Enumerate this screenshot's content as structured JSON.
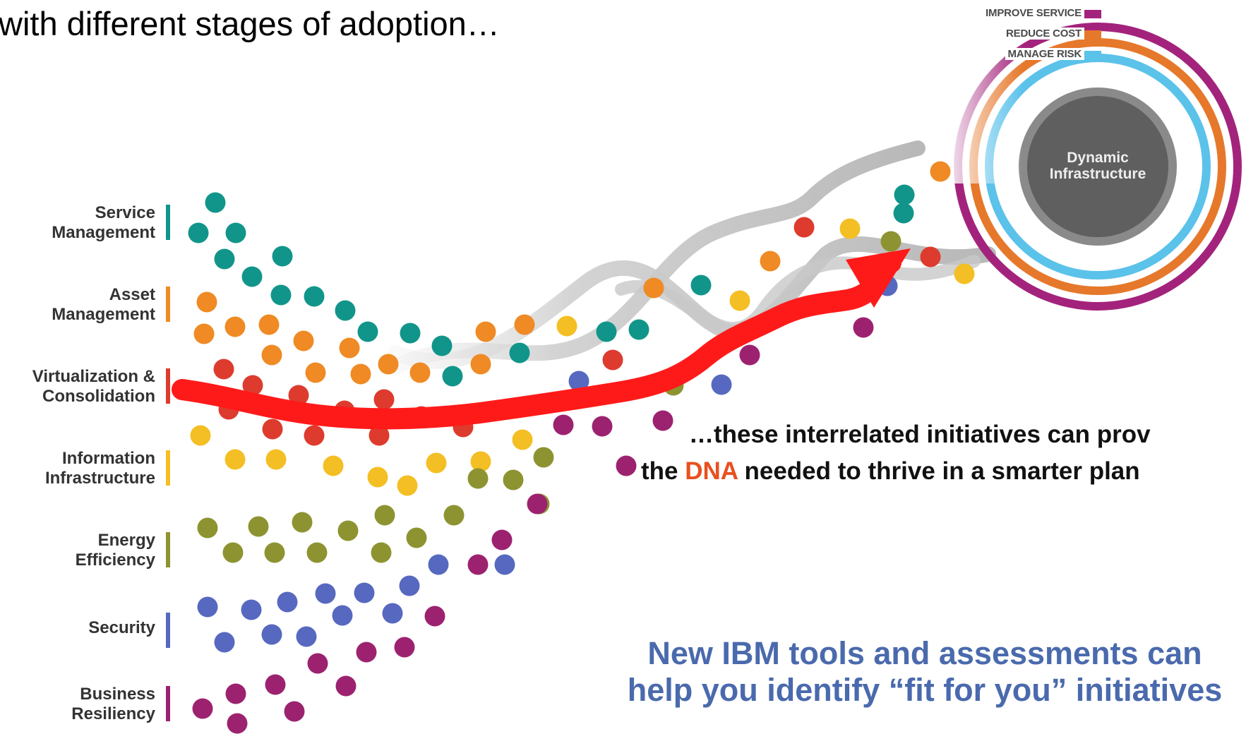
{
  "heading": "with different stages of adoption…",
  "categories": [
    {
      "line1": "Service",
      "line2": "Management",
      "color": "#11958a"
    },
    {
      "line1": "Asset",
      "line2": "Management",
      "color": "#ef8a24"
    },
    {
      "line1": "Virtualization &",
      "line2": "Consolidation",
      "color": "#dd3b2e"
    },
    {
      "line1": "Information",
      "line2": "Infrastructure",
      "color": "#f4bf24"
    },
    {
      "line1": "Energy",
      "line2": "Efficiency",
      "color": "#8d9330"
    },
    {
      "line1": "Security",
      "line2": "",
      "color": "#5668bf"
    },
    {
      "line1": "Business",
      "line2": "Resiliency",
      "color": "#9c2270"
    }
  ],
  "goals": [
    {
      "label": "IMPROVE SERVICE",
      "color": "#a3237c"
    },
    {
      "label": "REDUCE COST",
      "color": "#e6782b"
    },
    {
      "label": "MANAGE RISK",
      "color": "#5bc2ea"
    }
  ],
  "core": {
    "line1": "Dynamic",
    "line2": "Infrastructure",
    "color": "#5f5f5f"
  },
  "callout": {
    "line1": "…these interrelated initiatives can prov",
    "line2_before": "the ",
    "line2_highlight": "DNA",
    "line2_after": " needed to thrive in a smarter plan",
    "highlight_color": "#e8501f"
  },
  "closing": {
    "line1": "New IBM tools and assessments can",
    "line2": "help you identify “fit for you” initiatives",
    "color": "#4a6aad"
  },
  "arrow_color": "#ff1a1a"
}
